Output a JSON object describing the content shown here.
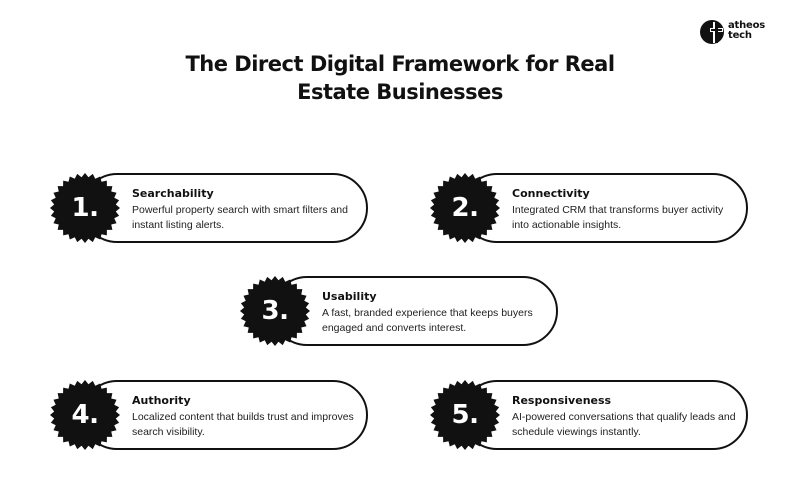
{
  "brand": {
    "line1": "atheos",
    "line2": "tech"
  },
  "title": {
    "line1": "The Direct Digital Framework for Real",
    "line2": "Estate Businesses"
  },
  "items": [
    {
      "number": "1.",
      "title": "Searchability",
      "description": "Powerful property search with smart filters and instant listing alerts."
    },
    {
      "number": "2.",
      "title": "Connectivity",
      "description": "Integrated CRM that transforms buyer activity into actionable insights."
    },
    {
      "number": "3.",
      "title": "Usability",
      "description": "A fast, branded experience that keeps buyers engaged and converts interest."
    },
    {
      "number": "4.",
      "title": "Authority",
      "description": "Localized content that builds trust and improves search visibility."
    },
    {
      "number": "5.",
      "title": "Responsiveness",
      "description": "AI-powered conversations that qualify leads and schedule viewings instantly."
    }
  ],
  "colors": {
    "badge": "#111111",
    "text": "#111111",
    "background": "#ffffff"
  }
}
